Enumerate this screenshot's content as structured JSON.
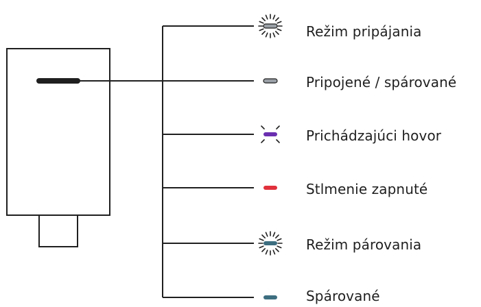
{
  "diagram": {
    "states": [
      {
        "label": "Režim pripájania",
        "led_color": "#9aa0a6",
        "indicator": "blinking"
      },
      {
        "label": "Pripojené / spárované",
        "led_color": "#9aa0a6",
        "indicator": "steady"
      },
      {
        "label": "Prichádzajúci hovor",
        "led_color": "#6a2fb0",
        "indicator": "pulsing"
      },
      {
        "label": "Stlmenie zapnuté",
        "led_color": "#e0313c",
        "indicator": "steady"
      },
      {
        "label": "Režim párovania",
        "led_color": "#3d6e80",
        "indicator": "blinking"
      },
      {
        "label": "Spárované",
        "led_color": "#3d6e80",
        "indicator": "steady"
      }
    ]
  }
}
